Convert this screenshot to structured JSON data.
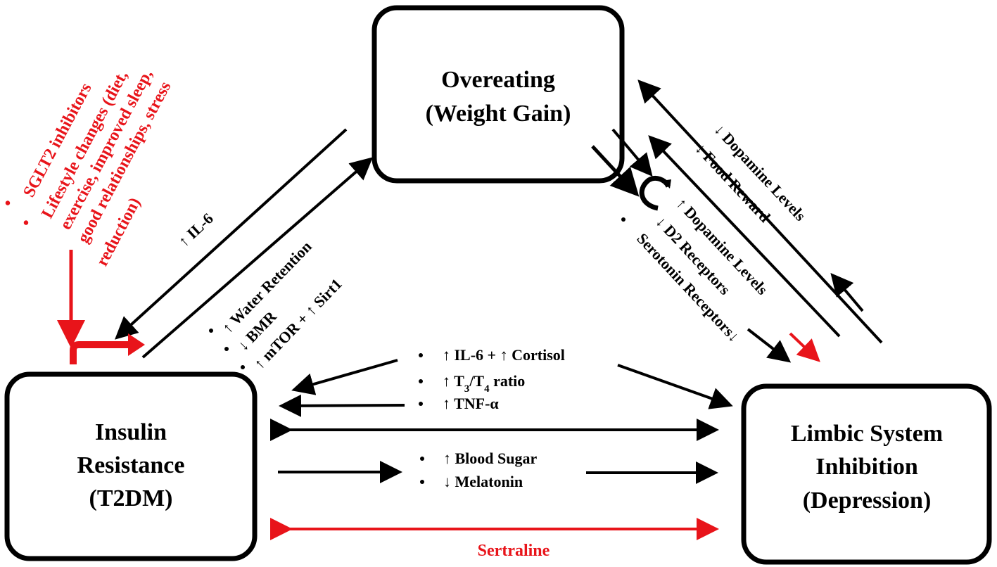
{
  "nodes": {
    "overeating": {
      "line1": "Overeating",
      "line2": "(Weight Gain)"
    },
    "insulin": {
      "line1": "Insulin",
      "line2": "Resistance",
      "line3": "(T2DM)"
    },
    "limbic": {
      "line1": "Limbic System",
      "line2": "Inhibition",
      "line3": "(Depression)"
    }
  },
  "interventions": {
    "bullet": "•",
    "item1": "SGLT2 inhibitors",
    "item2_line1": "Lifestyle changes (diet,",
    "item2_line2": "exercise, improved sleep,",
    "item2_line3": "good relationships, stress",
    "item2_line4": "reduction)"
  },
  "labels": {
    "il6_left": "↑ IL-6",
    "water_retention": "↑ Water Retention",
    "bmr": "↓ BMR",
    "mtor_sirt1": "↑ mTOR + ↑ Sirt1",
    "dopamine_levels_right": "↓ Dopamine Levels",
    "food_reward": "↓ Food Reward",
    "dopamine_levels_mid": "↑ Dopamine Levels",
    "d2_receptors": "↓ D2 Receptors",
    "serotonin_receptors": "Serotonin Receptors↓",
    "il6_cortisol": "↑ IL-6 + ↑ Cortisol",
    "t3t4_pre": "↑ T",
    "t3t4_sub1": "3",
    "t3t4_mid": "/T",
    "t3t4_sub2": "4",
    "t3t4_post": " ratio",
    "tnf": "↑ TNF-α",
    "blood_sugar": "↑ Blood Sugar",
    "melatonin": "↓ Melatonin",
    "sertraline": "Sertraline"
  },
  "colors": {
    "accent": "#e8141a",
    "ink": "#000000"
  }
}
